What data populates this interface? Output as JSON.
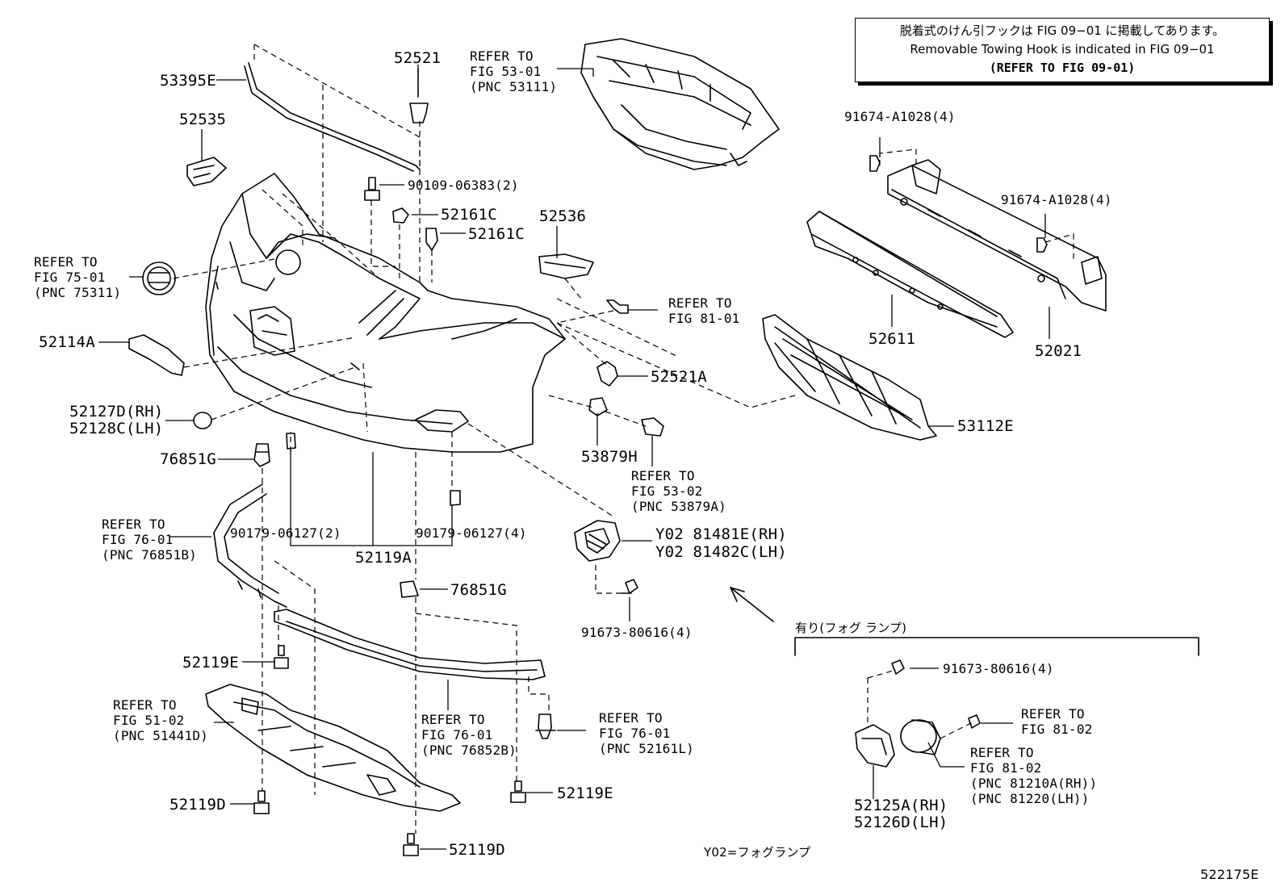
{
  "note": {
    "line_jp": "脱着式のけん引フックは FIG 09−01 に掲載してあります。",
    "line_en": "Removable Towing Hook is indicated in FIG 09−01",
    "line_ref": "(REFER TO FIG 09-01)"
  },
  "parts": {
    "p53395E": "53395E",
    "p52535": "52535",
    "p52521": "52521",
    "ref_53_01": [
      "REFER TO",
      "FIG 53-01",
      "(PNC 53111)"
    ],
    "p90109": "90109-06383(2)",
    "p52161C_a": "52161C",
    "p52161C_b": "52161C",
    "p52536": "52536",
    "ref_75_01": [
      "REFER TO",
      "FIG 75-01",
      "(PNC 75311)"
    ],
    "ref_81_01": [
      "REFER TO",
      "FIG 81-01"
    ],
    "p52114A": "52114A",
    "p52521A": "52521A",
    "p52127D": "52127D(RH)",
    "p52128C": "52128C(LH)",
    "p53879H": "53879H",
    "ref_53_02": [
      "REFER TO",
      "FIG 53-02",
      "(PNC 53879A)"
    ],
    "p76851G_a": "76851G",
    "ref_76_01_a": [
      "REFER TO",
      "FIG 76-01",
      "(PNC 76851B)"
    ],
    "p90179_2": "90179-06127(2)",
    "p90179_4": "90179-06127(4)",
    "p52119A": "52119A",
    "y02_rh": "Y02 81481E(RH)",
    "y02_lh": "Y02 81482C(LH)",
    "p76851G_b": "76851G",
    "p91673_a": "91673-80616(4)",
    "p52119E_a": "52119E",
    "ref_51_02": [
      "REFER TO",
      "FIG 51-02",
      "(PNC 51441D)"
    ],
    "ref_76_01_b": [
      "REFER TO",
      "FIG 76-01",
      "(PNC 76852B)"
    ],
    "ref_76_01_c": [
      "REFER TO",
      "FIG 76-01",
      "(PNC 52161L)"
    ],
    "p52119E_b": "52119E",
    "p52119D_a": "52119D",
    "p52119D_b": "52119D",
    "p91674_a": "91674-A1028(4)",
    "p91674_b": "91674-A1028(4)",
    "p52611": "52611",
    "p52021": "52021",
    "p53112E": "53112E",
    "fog_header": "有り(フォグ ランプ)",
    "p91673_b": "91673-80616(4)",
    "ref_81_02_a": [
      "REFER TO",
      "FIG 81-02"
    ],
    "ref_81_02_b": [
      "REFER TO",
      "FIG 81-02",
      "(PNC 81210A(RH))",
      "(PNC 81220(LH))"
    ],
    "p52125A": "52125A(RH)",
    "p52126D": "52126D(LH)",
    "y02_legend": "Y02=フォグランプ",
    "fig_code": "522175E"
  }
}
